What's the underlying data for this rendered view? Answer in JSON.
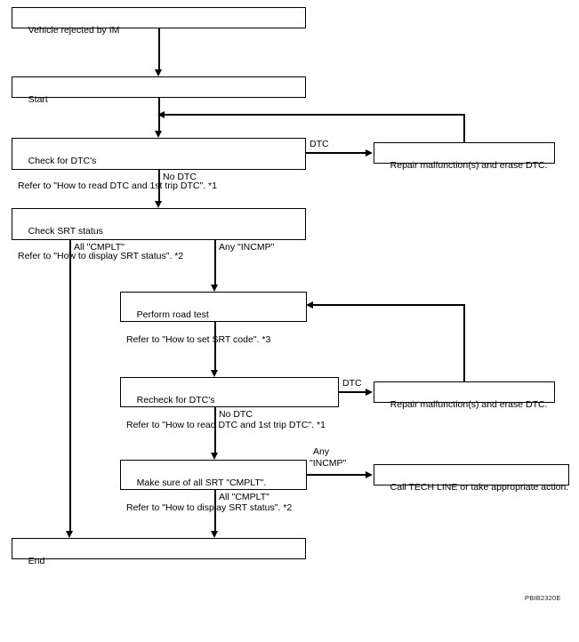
{
  "figure": {
    "code": "PBIB2320E",
    "type": "flowchart",
    "title": "IM vehicle rejection diagnostic work flow"
  },
  "nodes": [
    {
      "id": "vehicle-rejected",
      "label": "Vehicle rejected by IM",
      "line2": ""
    },
    {
      "id": "start",
      "label": "Start",
      "line2": ""
    },
    {
      "id": "check-dtc",
      "label": "Check for DTC's",
      "line2": "Refer to \"How to read DTC and 1st trip DTC\". *1"
    },
    {
      "id": "repair-dtc-1",
      "label": "Repair malfunction(s) and erase DTC.",
      "line2": ""
    },
    {
      "id": "check-srt",
      "label": "Check SRT status",
      "line2": "Refer to \"How to display SRT status\". *2"
    },
    {
      "id": "road-test",
      "label": "Perform road test",
      "line2": "Refer to \"How to set SRT code\". *3"
    },
    {
      "id": "recheck-dtc",
      "label": "Recheck for DTC's",
      "line2": "Refer to \"How to read DTC and 1st trip DTC\". *1"
    },
    {
      "id": "repair-dtc-2",
      "label": "Repair malfunction(s) and erase DTC.",
      "line2": ""
    },
    {
      "id": "make-sure-srt",
      "label": "Make sure of all SRT \"CMPLT\".",
      "line2": "Refer to \"How to display SRT status\". *2"
    },
    {
      "id": "call-tech-line",
      "label": "Call TECH LINE or take appropriate action.",
      "line2": ""
    },
    {
      "id": "end",
      "label": "End",
      "line2": ""
    }
  ],
  "edge_labels": {
    "dtc_1": "DTC",
    "no_dtc_1": "No DTC",
    "all_cmplt_1": "All \"CMPLT\"",
    "any_incmp_1": "Any \"INCMP\"",
    "dtc_2": "DTC",
    "no_dtc_2": "No DTC",
    "any_incmp_2_line1": "Any",
    "any_incmp_2_line2": "\"INCMP\"",
    "all_cmplt_2": "All \"CMPLT\""
  },
  "colors": {
    "stroke": "#000000",
    "background": "#ffffff",
    "text": "#000000"
  }
}
